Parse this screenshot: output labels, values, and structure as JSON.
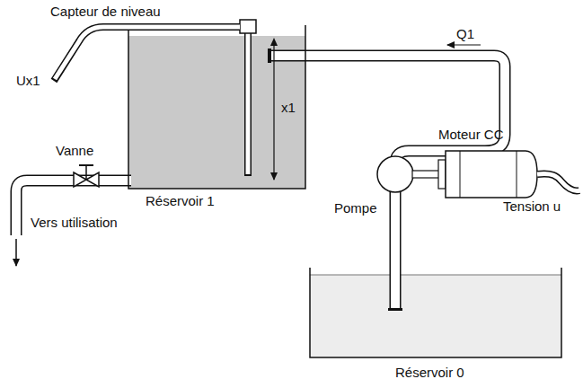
{
  "diagram": {
    "labels": [
      "Capteur de niveau",
      "Ux1",
      "Vanne",
      "x1",
      "Q1",
      "Réservoir 1",
      "Vers utilisation",
      "Moteur CC",
      "Tension u",
      "Pompe",
      "Réservoir 0"
    ]
  }
}
